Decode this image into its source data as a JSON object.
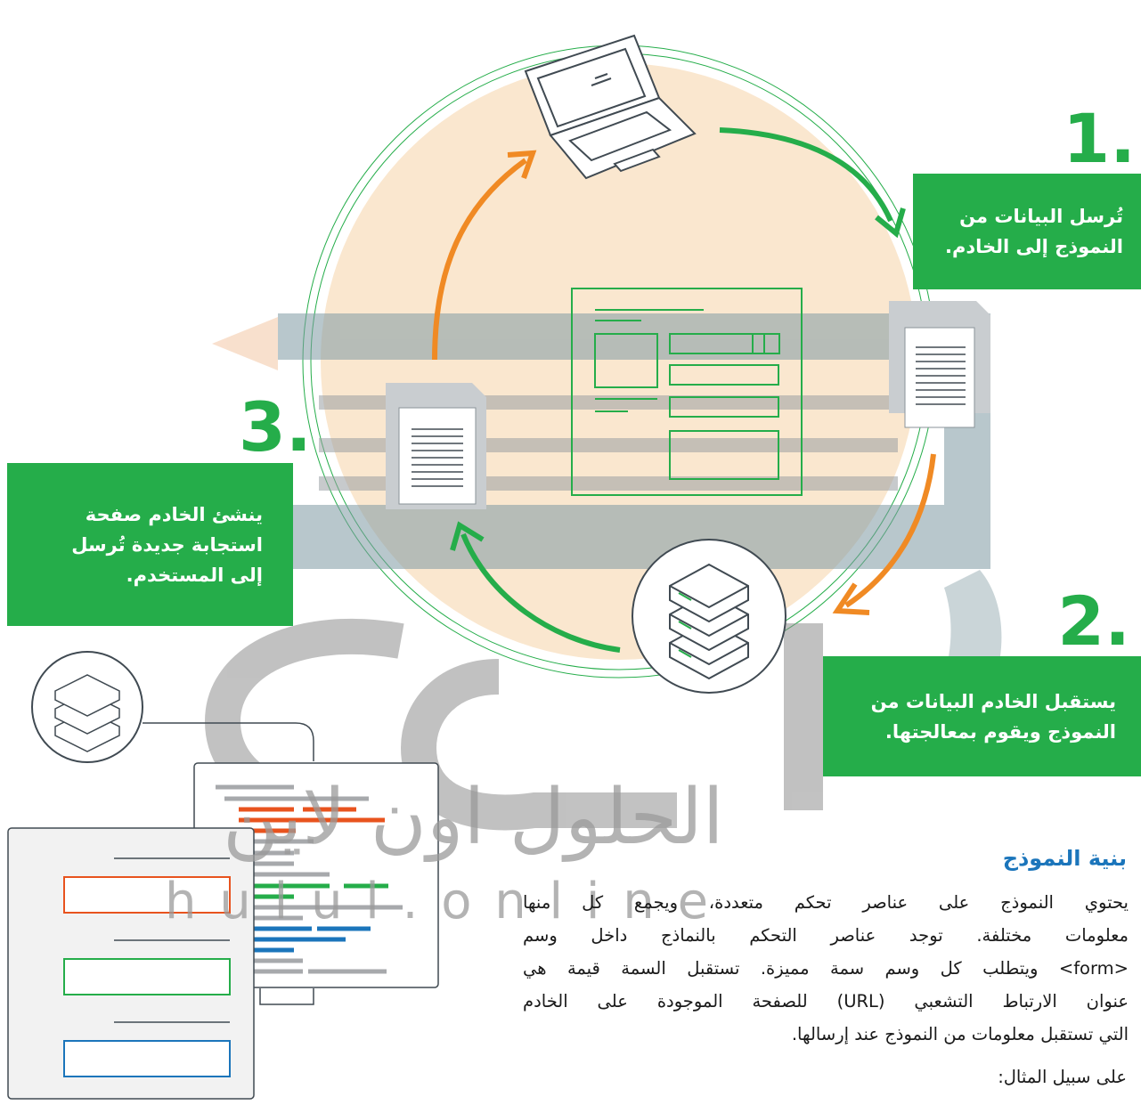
{
  "steps": [
    {
      "number": "1.",
      "lines": [
        "تُرسل البيانات من",
        "النموذج إلى الخادم."
      ]
    },
    {
      "number": "2.",
      "lines": [
        "يستقبل الخادم البيانات من",
        "النموذج ويقوم بمعالجتها."
      ]
    },
    {
      "number": "3.",
      "lines": [
        "ينشئ الخادم صفحة",
        "استجابة جديدة تُرسل",
        "إلى المستخدم."
      ]
    }
  ],
  "watermark": {
    "arabic": "الحلول اون لاين",
    "latin": "h u l u l . o n l i n e"
  },
  "section": {
    "heading": "بنية النموذج",
    "paragraph_lines": [
      "يحتوي النموذج على عناصر تحكم متعددة، ويجمع كل منها",
      "معلومات مختلفة. توجد عناصر التحكم بالنماذج داخل وسم",
      "<form> ويتطلب كل وسم سمة مميزة. تستقبل السمة قيمة هي",
      "عنوان الارتباط التشعبي (URL) للصفحة الموجودة على الخادم",
      "التي تستقبل معلومات من النموذج عند إرسالها."
    ],
    "example_label": "على سبيل المثال:"
  },
  "colors": {
    "green": "#25ad4a",
    "orange": "#f08a24",
    "blue": "#1b75bb",
    "red": "#e8531e"
  },
  "icons": [
    "laptop-icon",
    "document-icon",
    "database-icon",
    "web-form-icon"
  ]
}
